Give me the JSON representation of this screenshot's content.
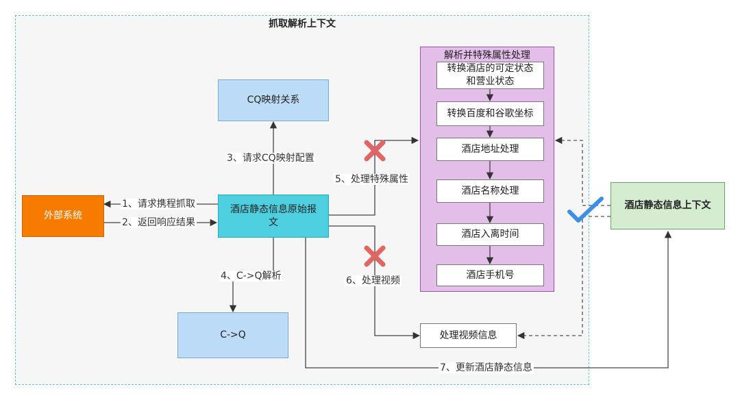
{
  "diagram": {
    "frame_title": "抓取解析上下文",
    "nodes": {
      "cq_mapping": "CQ映射关系",
      "external_system": "外部系统",
      "raw_report": "酒店静态信息原始报文",
      "c_to_q": "C->Q",
      "special_group_title": "解析并特殊属性处理",
      "status_convert": "转换酒店的可定状态和营业状态",
      "coord_convert": "转换百度和谷歌坐标",
      "address": "酒店地址处理",
      "name": "酒店名称处理",
      "checkin_time": "酒店入离时间",
      "phone": "酒店手机号",
      "video_info": "处理视频信息",
      "static_context": "酒店静态信息上下文"
    },
    "edges": {
      "step1": "1、请求携程抓取",
      "step2": "2、返回响应结果",
      "step3": "3、请求CQ映射配置",
      "step4": "4、C->Q解析",
      "step5": "5、处理特殊属性",
      "step6": "6、处理视频",
      "step7": "7、更新酒店静态信息"
    },
    "colors": {
      "frame_border": "#63c6d2",
      "frame_fill": "#f6f6f6",
      "light_blue": "#bcdcf7",
      "cyan": "#4ecfe0",
      "orange": "#f57c00",
      "purple_fill": "#e3bee9",
      "purple_border": "#9f4fae",
      "green": "#d5ecd1",
      "cross_red": "#e06666",
      "check_blue": "#3d8fe6"
    },
    "icons": [
      "cross-icon",
      "cross-icon",
      "check-icon"
    ]
  }
}
